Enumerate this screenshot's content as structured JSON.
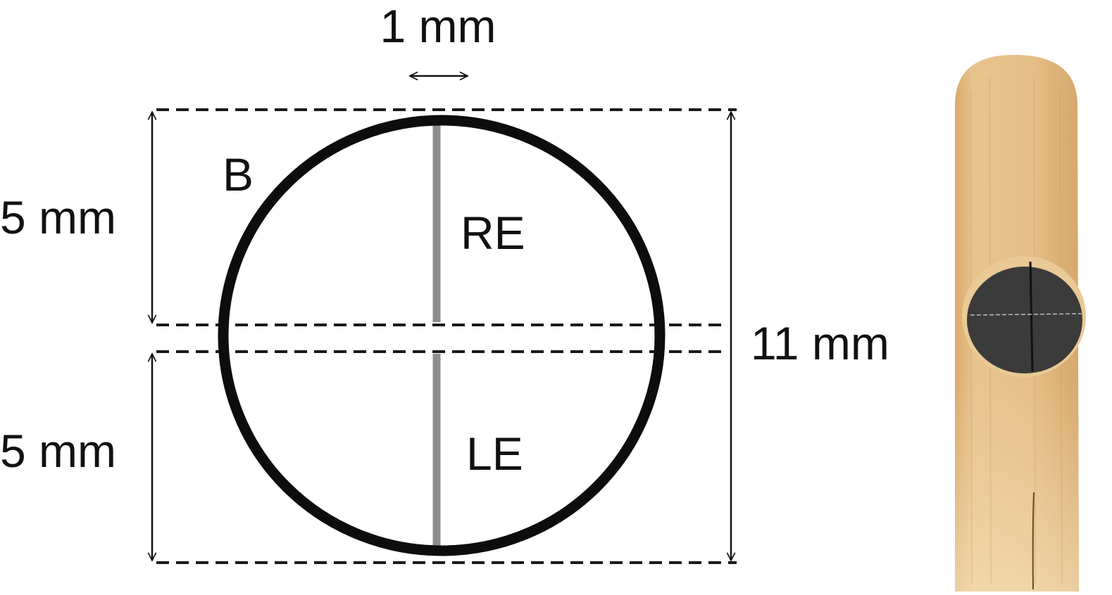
{
  "diagram": {
    "labels": {
      "gap_width": "1 mm",
      "upper_height": "5 mm",
      "lower_height": "5 mm",
      "total_height": "11 mm",
      "region_b": "B",
      "region_re": "RE",
      "region_le": "LE"
    },
    "colors": {
      "outline": "#0d0d0d",
      "divider": "#8c8c8c",
      "dashed": "#1a1a1a",
      "stick": "#e2b982",
      "stick_light": "#efd3a4",
      "disc": "#3b3b3b"
    }
  },
  "photo": {
    "description": "wooden stick with black occluder disc"
  }
}
